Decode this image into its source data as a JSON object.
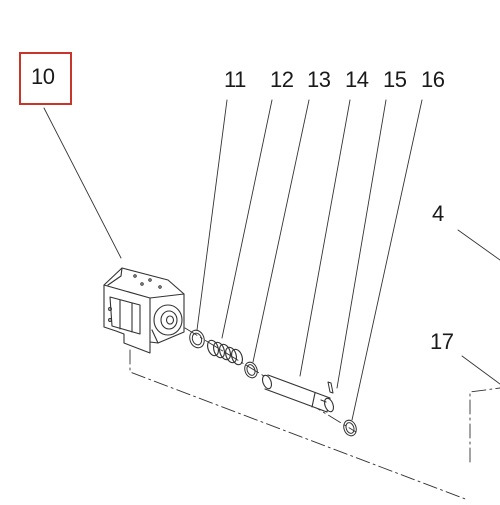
{
  "callouts": {
    "part_10": "10",
    "part_11": "11",
    "part_12": "12",
    "part_13": "13",
    "part_14": "14",
    "part_15": "15",
    "part_16": "16",
    "part_4": "4",
    "part_17": "17"
  },
  "highlighted_part": "10",
  "colors": {
    "line": "#333333",
    "highlight": "#c8352b"
  }
}
